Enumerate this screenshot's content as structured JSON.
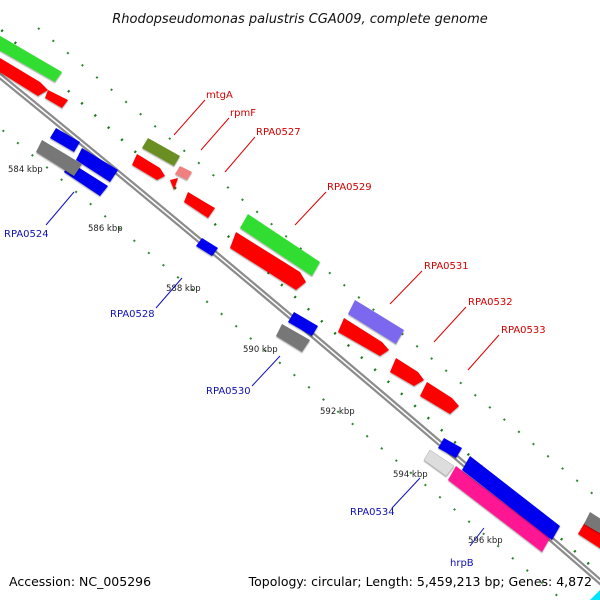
{
  "title": "Rhodopseudomonas palustris CGA009, complete genome",
  "footer": {
    "accession": "Accession: NC_005296",
    "topology": "Topology: circular; Length: 5,459,213 bp; Genes: 4,872"
  },
  "ticks": [
    "584 kbp",
    "586 kbp",
    "588 kbp",
    "590 kbp",
    "592 kbp",
    "594 kbp",
    "596 kbp"
  ],
  "gene_labels": {
    "mtgA": "mtgA",
    "rpmF": "rpmF",
    "RPA0527": "RPA0527",
    "RPA0529": "RPA0529",
    "RPA0531": "RPA0531",
    "RPA0532": "RPA0532",
    "RPA0533": "RPA0533",
    "RPA0524": "RPA0524",
    "RPA0528": "RPA0528",
    "RPA0530": "RPA0530",
    "RPA0534": "RPA0534",
    "hrpB": "hrpB"
  },
  "colors": {
    "red": "#ff0000",
    "blue": "#0000ee",
    "green": "#33dd33",
    "olive": "#6b8e23",
    "pink": "#f08080",
    "purple": "#7b68ee",
    "gray": "#777777",
    "lightgray": "#dddddd",
    "magenta": "#ff1493",
    "darkgreen": "#1a7a1a",
    "axis": "#8c8c8c",
    "label_red": "#d40000",
    "label_blue": "#1010b0"
  }
}
